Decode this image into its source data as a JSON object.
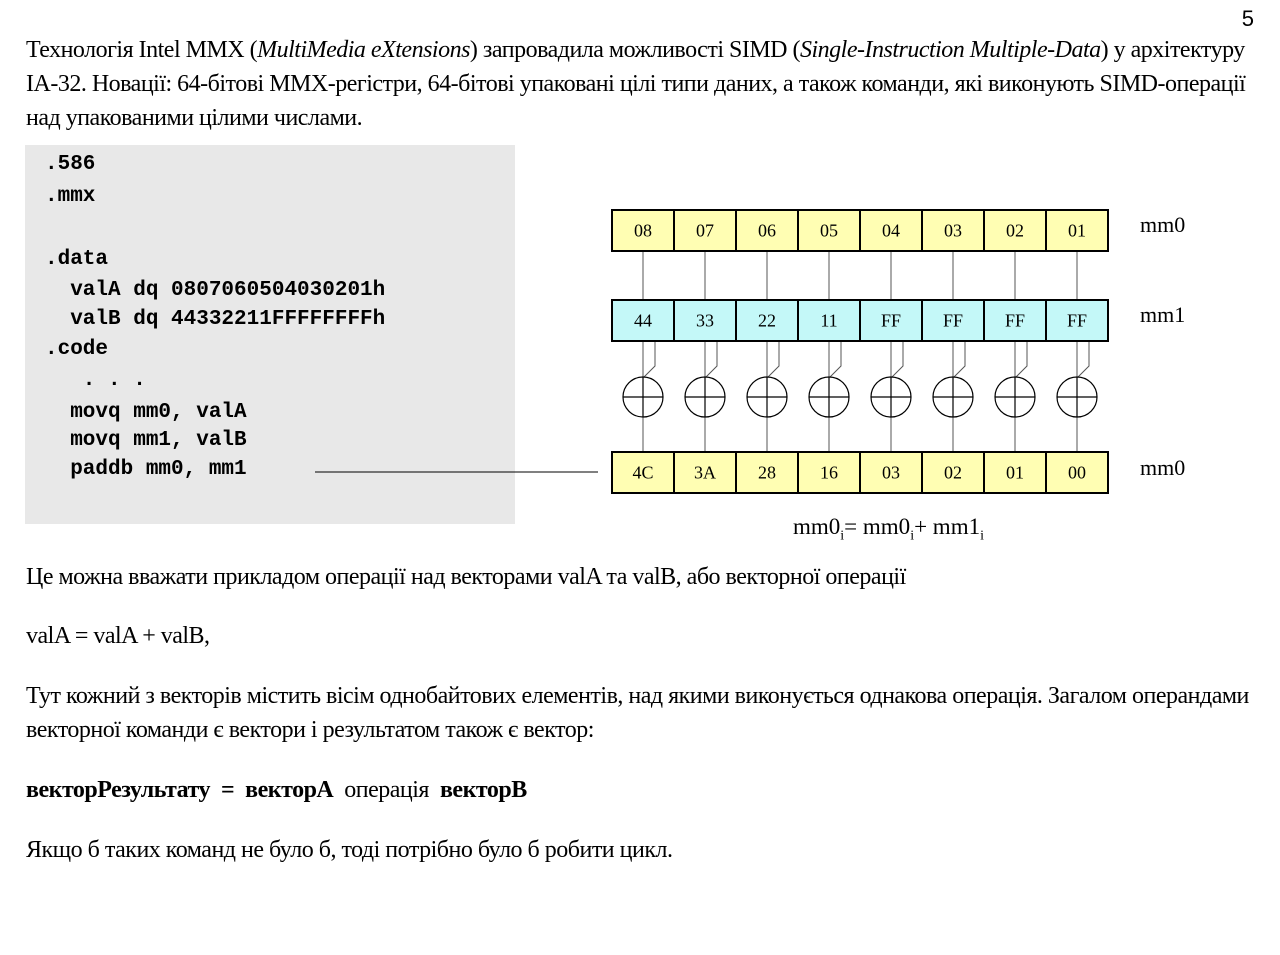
{
  "page_number": "5",
  "intro": {
    "t1": "Технологія Intel MMX (",
    "i1": "MultiMedia eXtensions",
    "t2": ") запровадила можливості SIMD (",
    "i2": "Single-Instruction Multiple-Data",
    "t3": ") у архітектуру IA-32. Новації: 64-бітові MMX-регістри, 64-бітові упаковані цілі типи даних, а також команди, які виконують SIMD-операції над упакованими цілими числами."
  },
  "code_lines": [
    ".586",
    ".mmx",
    "",
    ".data",
    "  valA dq 0807060504030201h",
    "  valB dq 44332211FFFFFFFFh",
    ".code",
    "   . . .",
    "  movq mm0, valA",
    "  movq mm1, valB",
    "  paddb mm0, mm1"
  ],
  "diagram": {
    "mm0_in_label": "mm0",
    "mm1_label": "mm1",
    "mm0_out_label": "mm0",
    "mm0_in_cells": [
      "08",
      "07",
      "06",
      "05",
      "04",
      "03",
      "02",
      "01"
    ],
    "mm1_cells": [
      "44",
      "33",
      "22",
      "11",
      "FF",
      "FF",
      "FF",
      "FF"
    ],
    "result_cells": [
      "4C",
      "3A",
      "28",
      "16",
      "03",
      "02",
      "01",
      "00"
    ],
    "colors": {
      "mm0_fill": "#fffeb3",
      "mm1_fill": "#c4f8f8",
      "result_fill": "#fffeb3"
    },
    "formula": {
      "a": "mm0",
      "sub1": "i",
      "eq": "= mm0",
      "sub2": "i",
      "plus": "+ mm1",
      "sub3": "i"
    }
  },
  "p1": "Це можна вважати прикладом операції над векторами valA та valB, або векторної операції",
  "p2": "valA = valA + valB,",
  "p3": "Тут кожний з векторів містить вісім однобайтових елементів, над якими виконується однакова операція. Загалом операндами векторної команди є вектори і результатом також є вектор:",
  "p4": {
    "b1": "векторРезультату",
    "eq": "=",
    "b2": "векторA",
    "op": "операція",
    "b3": "векторB"
  },
  "p5": "Якщо б таких команд не було б, тоді потрібно було б робити цикл."
}
